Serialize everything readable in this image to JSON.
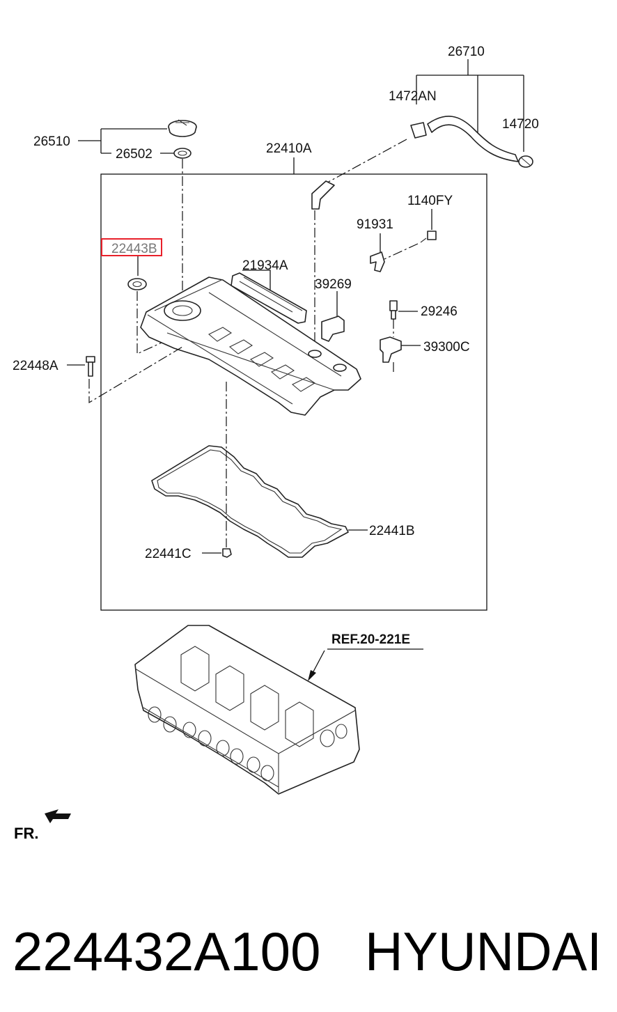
{
  "labels": {
    "p26710": "26710",
    "p1472AN": "1472AN",
    "p14720": "14720",
    "p26510": "26510",
    "p26502": "26502",
    "p22410A": "22410A",
    "p1140FY": "1140FY",
    "p91931": "91931",
    "p22443B": "22443B",
    "p21934A": "21934A",
    "p39269": "39269",
    "p29246": "29246",
    "p39300C": "39300C",
    "p22448A": "22448A",
    "p22441B": "22441B",
    "p22441C": "22441C",
    "ref": "REF.20-221E",
    "fr": "FR."
  },
  "caption": {
    "part_number": "224432A100",
    "brand": "HYUNDAI"
  },
  "highlight_color": "#e8202a"
}
